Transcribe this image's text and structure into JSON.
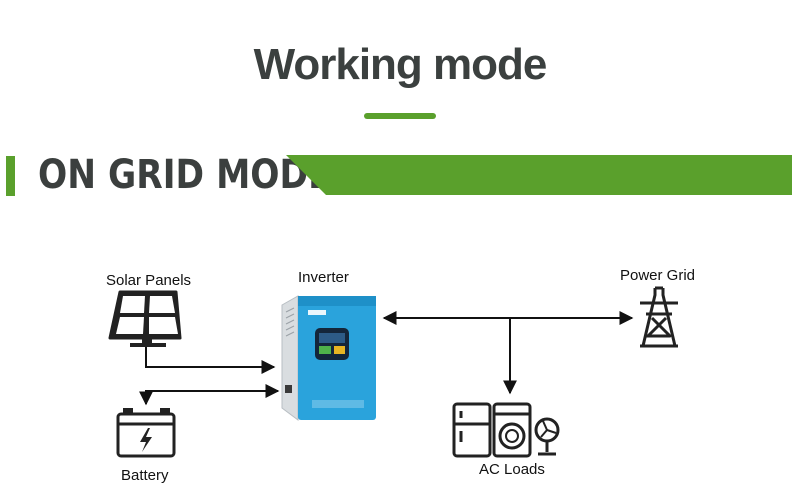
{
  "header": {
    "title": "Working mode",
    "mode": "ON GRID MODE"
  },
  "nodes": {
    "solar": "Solar Panels",
    "inverter": "Inverter",
    "grid": "Power Grid",
    "battery": "Battery",
    "loads": "AC Loads"
  },
  "colors": {
    "accent_green": "#5aa02c",
    "inverter_blue": "#2aa3dc",
    "text_dark": "#3b403f"
  },
  "icons": [
    "solar-panel-icon",
    "inverter-icon",
    "power-tower-icon",
    "battery-icon",
    "fridge-icon",
    "washing-machine-icon",
    "fan-icon"
  ]
}
